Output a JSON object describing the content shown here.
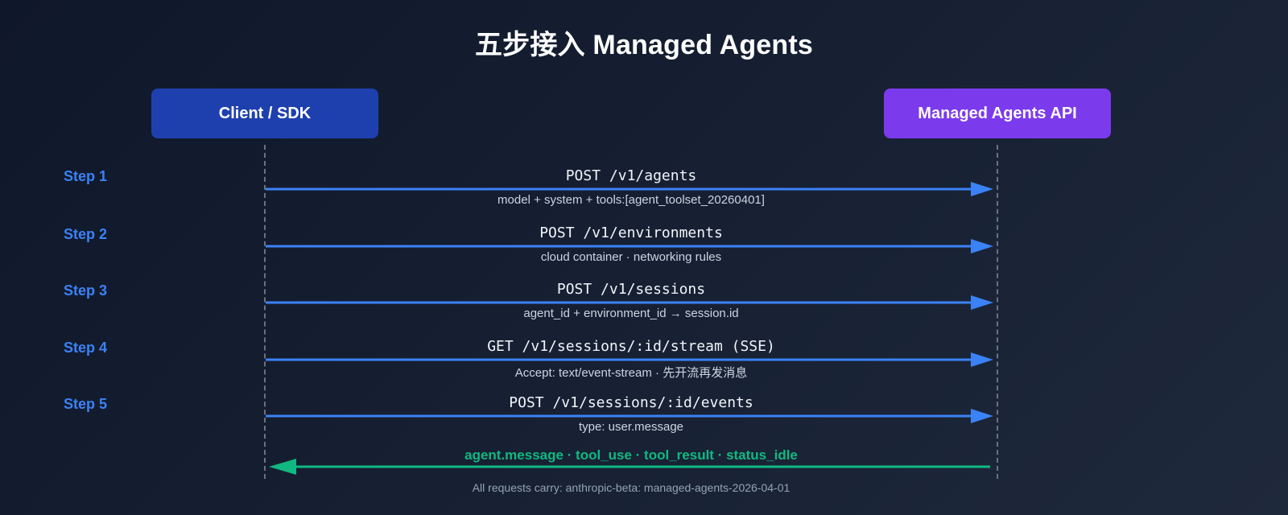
{
  "title": "五步接入 Managed Agents",
  "actors": {
    "client": {
      "label": "Client / SDK",
      "color": "#1e40af"
    },
    "api": {
      "label": "Managed Agents API",
      "color": "#7c3aed"
    }
  },
  "colors": {
    "request_arrow": "#3b82f6",
    "response_arrow": "#10b981",
    "step_label": "#3b82f6",
    "lifeline": "#6b7280",
    "background_start": "#0f172a",
    "background_end": "#1e293b"
  },
  "steps": [
    {
      "label": "Step 1",
      "request": "POST /v1/agents",
      "detail": "model + system + tools:[agent_toolset_20260401]"
    },
    {
      "label": "Step 2",
      "request": "POST /v1/environments",
      "detail": "cloud container · networking rules"
    },
    {
      "label": "Step 3",
      "request": "POST /v1/sessions",
      "detail": "agent_id + environment_id → session.id"
    },
    {
      "label": "Step 4",
      "request": "GET /v1/sessions/:id/stream (SSE)",
      "detail": "Accept: text/event-stream · 先开流再发消息"
    },
    {
      "label": "Step 5",
      "request": "POST /v1/sessions/:id/events",
      "detail": "type: user.message"
    }
  ],
  "response": {
    "label": "agent.message · tool_use · tool_result · status_idle"
  },
  "footer": "All requests carry: anthropic-beta: managed-agents-2026-04-01"
}
